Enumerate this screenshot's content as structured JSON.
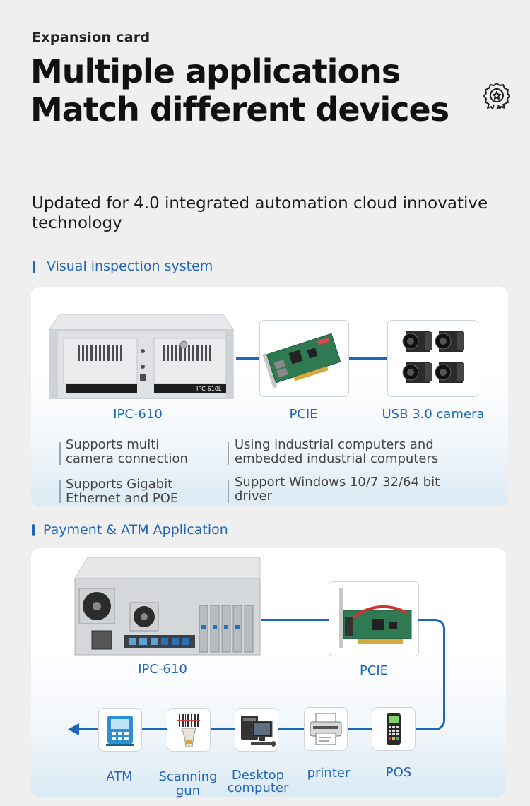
{
  "header": {
    "eyebrow": "Expansion card",
    "headline_line1": "Multiple applications",
    "headline_line2": "Match different devices",
    "badge_icon": "award-ribbon-icon"
  },
  "intro": {
    "text": "Updated for 4.0 integrated automation cloud innovative technology"
  },
  "visual_section": {
    "title": "Visual inspection system",
    "products": [
      {
        "caption": "IPC-610",
        "icon": "industrial-pc-icon"
      },
      {
        "caption": "PCIE",
        "icon": "pcie-card-icon"
      },
      {
        "caption": "USB 3.0 camera",
        "icon": "camera-icon"
      }
    ],
    "chassis_label": "IPC-610L",
    "notes": [
      {
        "line1": "Supports multi",
        "line2": "camera connection"
      },
      {
        "line1": "Using industrial computers and",
        "line2": "embedded industrial computers"
      },
      {
        "line1": "Supports Gigabit",
        "line2": "Ethernet and POE"
      },
      {
        "line1": "Support Windows 10/7 32/64 bit",
        "line2": "driver"
      }
    ]
  },
  "payment_section": {
    "title": "Payment & ATM Application",
    "products": [
      {
        "caption": "IPC-610",
        "icon": "industrial-pc-rear-icon"
      },
      {
        "caption": "PCIE",
        "icon": "serial-pci-card-icon"
      }
    ],
    "devices": [
      {
        "line1": "ATM",
        "line2": "",
        "icon": "atm-icon"
      },
      {
        "line1": "Scanning",
        "line2": "gun",
        "icon": "barcode-scanner-icon"
      },
      {
        "line1": "Desktop",
        "line2": "computer",
        "icon": "desktop-computer-icon"
      },
      {
        "line1": "printer",
        "line2": "",
        "icon": "printer-icon"
      },
      {
        "line1": "POS",
        "line2": "",
        "icon": "pos-terminal-icon"
      }
    ]
  },
  "colors": {
    "accent": "#1f66b8",
    "background": "#efefef",
    "text": "#111111"
  }
}
